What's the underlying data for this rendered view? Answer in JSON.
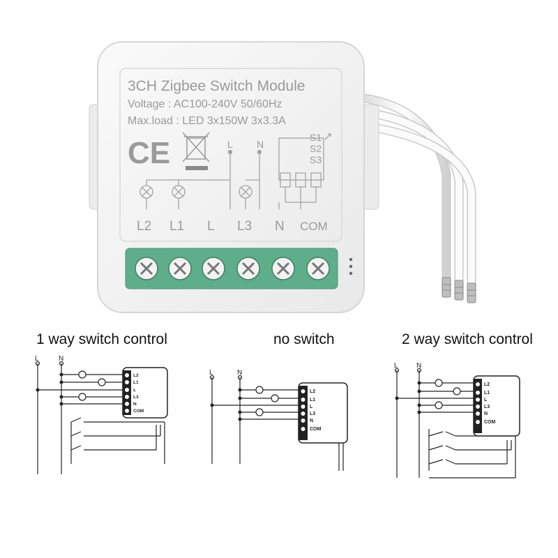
{
  "module": {
    "title": "3CH Zigbee Switch Module",
    "voltage": "Voltage : AC100-240V 50/60Hz",
    "maxload": "Max.load : LED 3x150W  3x3.3A",
    "ce_mark": "CE",
    "schematic": {
      "top_labels": [
        "L",
        "N"
      ],
      "switch_labels": [
        "S1",
        "S2",
        "S3"
      ],
      "terminal_labels": [
        "L2",
        "L1",
        "L",
        "L3",
        "N",
        "COM"
      ]
    },
    "body_color": "#f4f4f4",
    "terminal_color": "#5fae8b"
  },
  "captions": {
    "one_way": "1 way switch control",
    "no_switch": "no switch",
    "two_way": "2 way switch control"
  },
  "wiring": {
    "line_labels": [
      "L",
      "N"
    ],
    "module_terminals": [
      "L2",
      "L1",
      "L",
      "L3",
      "N",
      "COM"
    ]
  }
}
